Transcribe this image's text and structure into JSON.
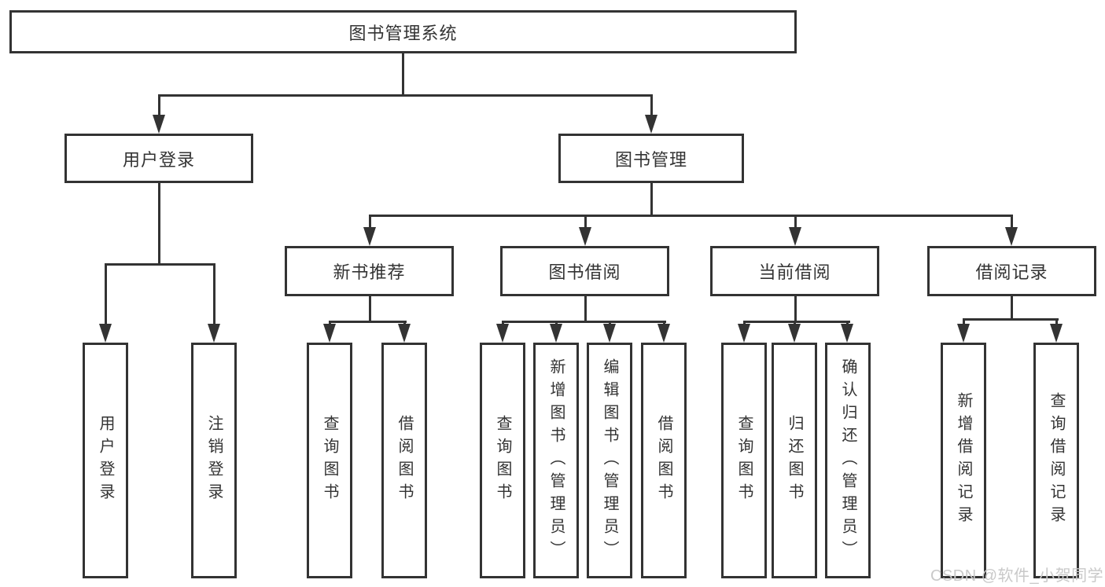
{
  "tree": {
    "root": "图书管理系统",
    "children": [
      {
        "label": "用户登录",
        "children": [
          "用户登录",
          "注销登录"
        ]
      },
      {
        "label": "图书管理",
        "children": [
          {
            "label": "新书推荐",
            "children": [
              "查询图书",
              "借阅图书"
            ]
          },
          {
            "label": "图书借阅",
            "children": [
              "查询图书",
              "新增图书（管理员）",
              "编辑图书（管理员）",
              "借阅图书"
            ]
          },
          {
            "label": "当前借阅",
            "children": [
              "查询图书",
              "归还图书",
              "确认归还（管理员）"
            ]
          },
          {
            "label": "借阅记录",
            "children": [
              "新增借阅记录",
              "查询借阅记录"
            ]
          }
        ]
      }
    ]
  },
  "watermark": {
    "text": "CSDN @软件_小贺同学",
    "color": "#c9c9c9"
  },
  "colors": {
    "line": "#333333",
    "text": "#333333",
    "box_fill": "#ffffff",
    "background": "#ffffff"
  }
}
